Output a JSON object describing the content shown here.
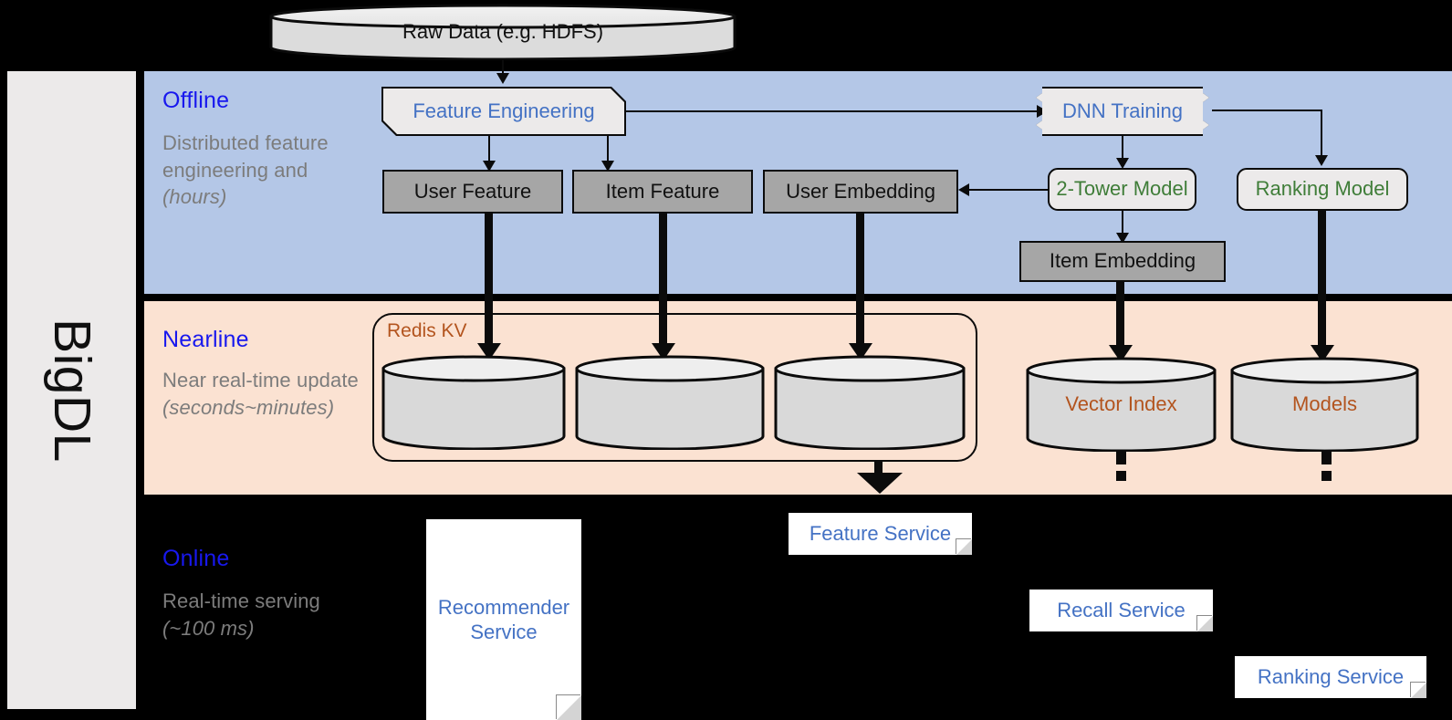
{
  "framework": {
    "label": "BigDL"
  },
  "top_source": {
    "label": "Raw Data (e.g. HDFS)"
  },
  "bands": {
    "offline": {
      "title": "Offline",
      "description": "Distributed feature engineering and ",
      "description_italic": "(hours)",
      "bg": "#b4c7e7"
    },
    "nearline": {
      "title": "Nearline",
      "description": "Near real-time update",
      "description_italic": "(seconds~minutes)",
      "bg": "#fbe2d2"
    },
    "online": {
      "title": "Online",
      "description": "Real-time serving",
      "description_italic": "(~100 ms)",
      "bg": "#000000"
    }
  },
  "offline_nodes": {
    "feature_engineering": "Feature Engineering",
    "dnn_training": "DNN Training",
    "user_feature": "User Feature",
    "item_feature": "Item Feature",
    "user_embedding": "User Embedding",
    "two_tower_model": "2-Tower Model",
    "ranking_model": "Ranking Model",
    "item_embedding": "Item Embedding"
  },
  "nearline_nodes": {
    "redis_kv": "Redis KV",
    "store_1": "",
    "store_2": "",
    "store_3": "",
    "vector_index": "Vector Index",
    "models": "Models"
  },
  "online_nodes": {
    "recommender_service": "Recommender Service",
    "feature_service": "Feature Service",
    "recall_service": "Recall Service",
    "ranking_service": "Ranking Service"
  },
  "colors": {
    "accent_blue_title": "#1818ee",
    "node_text_blue": "#4472c4",
    "node_text_green": "#3f7d38",
    "node_text_brown": "#b3541e",
    "gray_node": "#a6a6a6",
    "light_node": "#eceaea",
    "offline_band": "#b4c7e7",
    "nearline_band": "#fbe2d2",
    "online_band": "#000000"
  }
}
